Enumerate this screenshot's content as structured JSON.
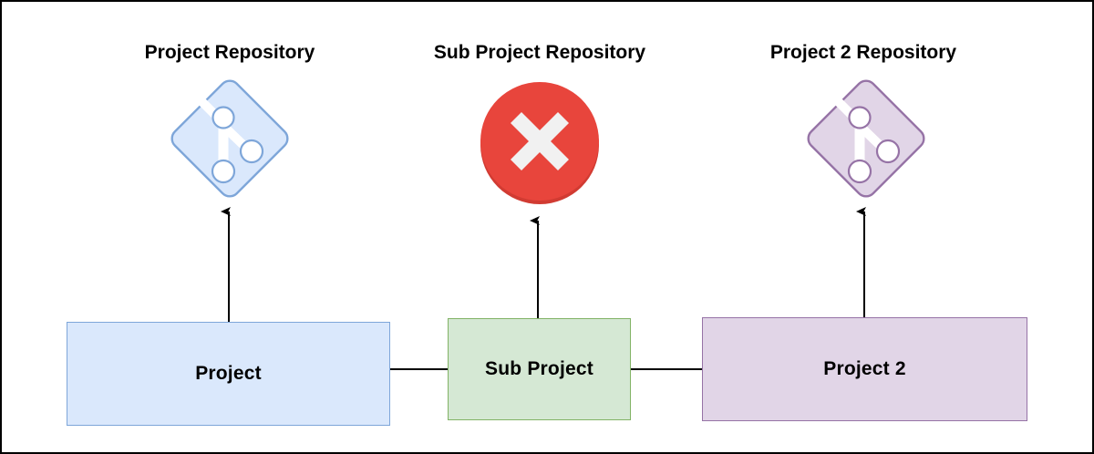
{
  "diagram": {
    "title": "Project / Sub Project repository relationship diagram",
    "background_color": "#ffffff",
    "border_color": "#000000"
  },
  "captions": [
    {
      "id": "project-repository",
      "label": "Project Repository"
    },
    {
      "id": "sub-project-repository",
      "label": "Sub Project Repository"
    },
    {
      "id": "project-2-repository",
      "label": "Project 2 Repository"
    }
  ],
  "icons": [
    {
      "id": "git-repo-blue",
      "name": "git-repository-icon",
      "for": "Project Repository",
      "shape": "diamond",
      "fill": "#dae8fc",
      "stroke": "#7ea6d9",
      "glyph_color": "#ffffff",
      "status": "exists"
    },
    {
      "id": "error-circle-red",
      "name": "error-circle-x-icon",
      "for": "Sub Project Repository",
      "shape": "circle",
      "fill": "#e8453c",
      "stroke": "#d13b32",
      "glyph_color": "#f1f1f1",
      "status": "missing"
    },
    {
      "id": "git-repo-purple",
      "name": "git-repository-icon",
      "for": "Project 2 Repository",
      "shape": "diamond",
      "fill": "#e1d5e7",
      "stroke": "#9673a6",
      "glyph_color": "#ffffff",
      "status": "exists"
    }
  ],
  "nodes": [
    {
      "id": "project",
      "label": "Project",
      "fill": "#dae8fc",
      "stroke": "#7ea6d9"
    },
    {
      "id": "sub-project",
      "label": "Sub Project",
      "fill": "#d5e8d4",
      "stroke": "#82b366"
    },
    {
      "id": "project-2",
      "label": "Project 2",
      "fill": "#e1d5e7",
      "stroke": "#9673a6"
    }
  ],
  "edges": [
    {
      "id": "project-to-repo",
      "from": "Project",
      "to": "Project Repository",
      "direction": "up",
      "label": ""
    },
    {
      "id": "sub-project-to-repo",
      "from": "Sub Project",
      "to": "Sub Project Repository",
      "direction": "up",
      "label": ""
    },
    {
      "id": "project-2-to-repo",
      "from": "Project 2",
      "to": "Project 2 Repository",
      "direction": "up",
      "label": ""
    },
    {
      "id": "sub-project-to-project",
      "from": "Sub Project",
      "to": "Project",
      "direction": "left",
      "label": ""
    },
    {
      "id": "sub-project-to-project-2",
      "from": "Sub Project",
      "to": "Project 2",
      "direction": "right",
      "label": ""
    }
  ],
  "edge_style": {
    "line_color": "#000000",
    "line_width": 2
  }
}
